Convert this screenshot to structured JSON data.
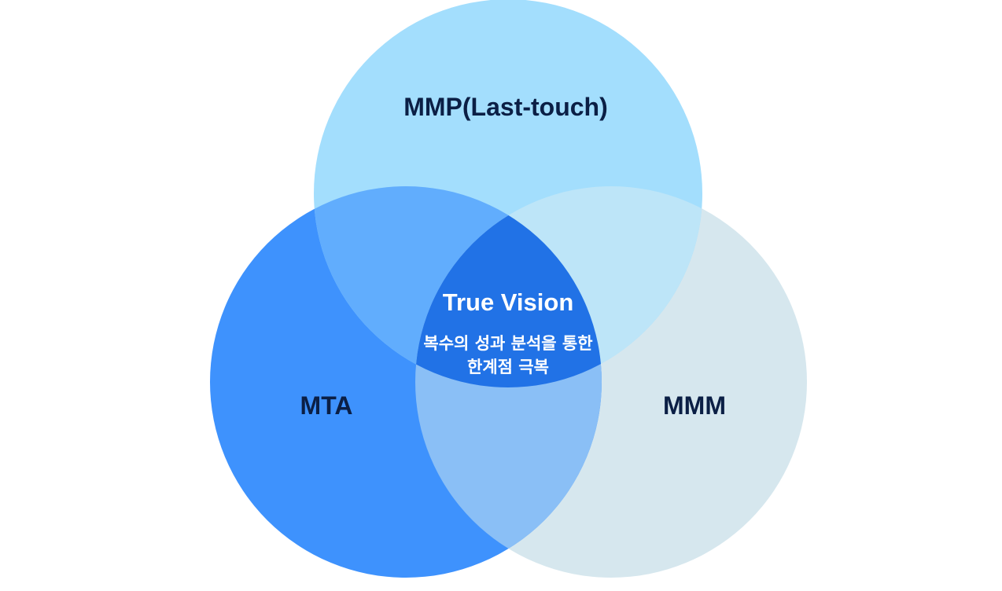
{
  "diagram": {
    "circles": [
      {
        "id": "mmp",
        "label": "MMP(Last-touch)",
        "color": "#a3defd"
      },
      {
        "id": "mta",
        "label": "MTA",
        "color": "#3e92fd"
      },
      {
        "id": "mmm",
        "label": "MMM",
        "color": "#d6e7ee"
      }
    ],
    "overlap_colors": {
      "mmp_mta": "#61adfd",
      "mmp_mmm": "#bde5f8",
      "mta_mmm": "#8abff6",
      "center": "#2172e6"
    },
    "center": {
      "title": "True Vision",
      "subtitle_line1": "복수의 성과 분석을 통한",
      "subtitle_line2": "한계점 극복"
    }
  }
}
